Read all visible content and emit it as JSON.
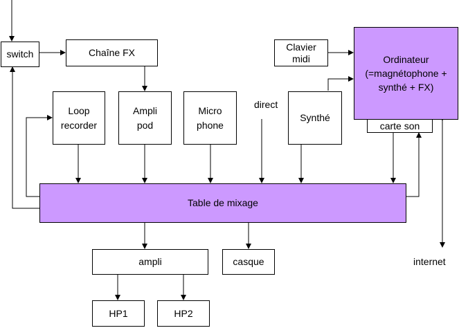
{
  "colors": {
    "accent": "#cc99ff",
    "line": "#000000",
    "box": "#ffffff"
  },
  "nodes": {
    "switch": "switch",
    "chaine_fx": "Chaîne FX",
    "clavier_midi": "Clavier\nmidi",
    "ordinateur": "Ordinateur\n(=magnétophone +\nsynthé + FX)",
    "carte_son": "carte son",
    "loop_recorder": "Loop\nrecorder",
    "ampli_pod": "Ampli\npod",
    "microphone": "Micro\nphone",
    "synthe": "Synthé",
    "table_de_mixage": "Table de mixage",
    "ampli": "ampli",
    "casque": "casque",
    "hp1": "HP1",
    "hp2": "HP2"
  },
  "labels": {
    "direct": "direct",
    "internet": "internet"
  },
  "edges": [
    {
      "from": "top",
      "to": "switch"
    },
    {
      "from": "switch",
      "to": "chaine_fx"
    },
    {
      "from": "chaine_fx",
      "to": "ampli_pod"
    },
    {
      "from": "clavier_midi",
      "to": "ordinateur"
    },
    {
      "from": "synthe",
      "to": "ordinateur"
    },
    {
      "from": "loop_recorder",
      "to": "table_de_mixage"
    },
    {
      "from": "ampli_pod",
      "to": "table_de_mixage"
    },
    {
      "from": "microphone",
      "to": "table_de_mixage"
    },
    {
      "from": "direct",
      "to": "table_de_mixage"
    },
    {
      "from": "synthe",
      "to": "table_de_mixage"
    },
    {
      "from": "carte_son",
      "to": "table_de_mixage"
    },
    {
      "from": "table_de_mixage",
      "to": "carte_son"
    },
    {
      "from": "table_de_mixage",
      "to": "loop_recorder"
    },
    {
      "from": "table_de_mixage",
      "to": "switch"
    },
    {
      "from": "table_de_mixage",
      "to": "ampli"
    },
    {
      "from": "table_de_mixage",
      "to": "casque"
    },
    {
      "from": "ampli",
      "to": "hp1"
    },
    {
      "from": "ampli",
      "to": "hp2"
    },
    {
      "from": "ordinateur",
      "to": "internet",
      "bidirectional": true
    }
  ]
}
